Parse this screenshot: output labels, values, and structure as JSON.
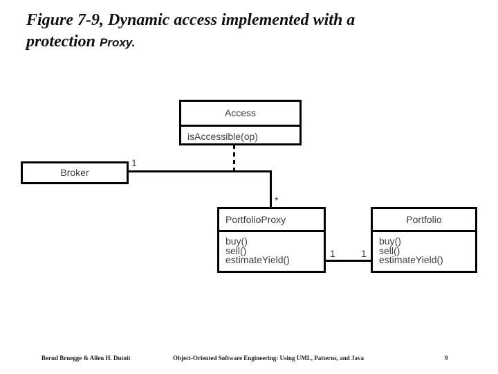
{
  "title": {
    "line1": "Figure 7-9, Dynamic access implemented with a",
    "line2_prefix": "protection",
    "line2_keyword": "Proxy."
  },
  "diagram": {
    "access": {
      "name": "Access",
      "operation": "isAccessible(op)"
    },
    "broker": {
      "name": "Broker"
    },
    "portfolio_proxy": {
      "name": "PortfolioProxy",
      "methods": [
        "buy()",
        "sell()",
        "estimateYield()"
      ]
    },
    "portfolio": {
      "name": "Portfolio",
      "methods": [
        "buy()",
        "sell()",
        "estimateYield()"
      ]
    },
    "multiplicities": {
      "broker_end": "1",
      "proxy_many_end": "*",
      "proxy_end": "1",
      "portfolio_end": "1"
    }
  },
  "footer": {
    "authors": "Bernd Bruegge & Allen H. Dutoit",
    "book": "Object-Oriented Software Engineering: Using UML, Patterns, and Java",
    "page": "9"
  },
  "colors": {
    "background": "#ffffff",
    "line": "#000000",
    "diagram_text": "#3d3d3d"
  }
}
